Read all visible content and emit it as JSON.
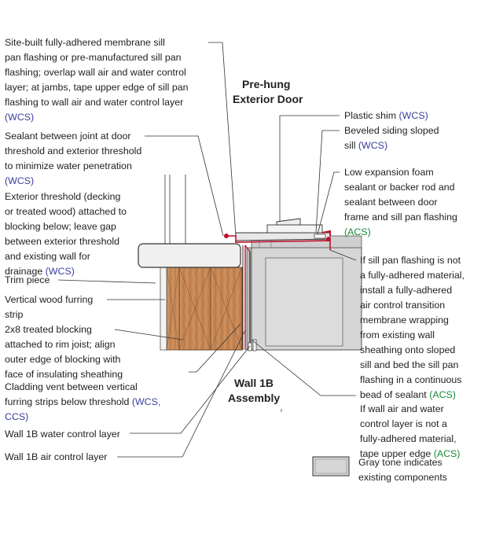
{
  "title_door": [
    "Pre-hung",
    "Exterior Door"
  ],
  "title_wall": [
    "Wall 1B",
    "Assembly"
  ],
  "colors": {
    "wcs": "#3b3f9c",
    "acs": "#1a8a3a",
    "text": "#222222",
    "existing_gray": "#d6d6d6",
    "red_flashing": "#c0102a"
  },
  "left_callouts": [
    {
      "lines": [
        "Site-built fully-adhered membrane sill",
        "pan flashing or pre-manufactured sill pan",
        "flashing; overlap wall air and water control",
        "layer; at jambs, tape upper edge of sill pan",
        "flashing to wall air and water control layer",
        ""
      ],
      "tag": "(WCS)"
    },
    {
      "lines": [
        "Sealant between joint at door",
        "threshold and exterior threshold",
        "to minimize water penetration",
        ""
      ],
      "tag": "(WCS)"
    },
    {
      "lines": [
        "Exterior threshold (decking",
        "or treated wood) attached to",
        "blocking below; leave gap",
        "between exterior threshold",
        "and existing wall for",
        "drainage "
      ],
      "tag": "(WCS)"
    },
    {
      "lines": [
        "Trim piece"
      ],
      "tag": ""
    },
    {
      "lines": [
        "Vertical wood furring",
        "strip"
      ],
      "tag": ""
    },
    {
      "lines": [
        "2x8 treated blocking",
        "attached to rim joist; align",
        "outer edge of blocking with",
        "face of insulating sheathing"
      ],
      "tag": ""
    },
    {
      "lines": [
        "Cladding vent between vertical",
        "furring strips below threshold ",
        "CCS)"
      ],
      "tag": "(WCS,"
    }
  ],
  "left_bottom": [
    {
      "text": "Wall 1B water control layer",
      "type": "wcs"
    },
    {
      "text": "Wall 1B air control layer",
      "type": "acs"
    }
  ],
  "right_callouts": [
    {
      "lines": [
        "Plastic shim "
      ],
      "tag": "(WCS)"
    },
    {
      "lines": [
        "Beveled siding sloped",
        "sill "
      ],
      "tag": "(WCS)"
    },
    {
      "lines": [
        "Low expansion foam",
        "sealant or backer rod and",
        "sealant between door",
        "frame and sill pan flashing",
        ""
      ],
      "tag": "(ACS)"
    },
    {
      "lines": [
        "If sill pan flashing is not",
        "a fully-adhered material,",
        "install a fully-adhered",
        "air control transition",
        "membrane wrapping",
        "from existing wall",
        "sheathing onto sloped",
        "sill and bed the sill pan",
        "flashing in a continuous",
        "bead of sealant "
      ],
      "tag": "(ACS)"
    },
    {
      "lines": [
        "If wall air and water",
        "control layer is not a",
        "fully-adhered material,",
        "tape upper edge "
      ],
      "tag": "(ACS)"
    }
  ],
  "legend": {
    "lines": [
      "Gray tone indicates",
      "existing components"
    ]
  }
}
